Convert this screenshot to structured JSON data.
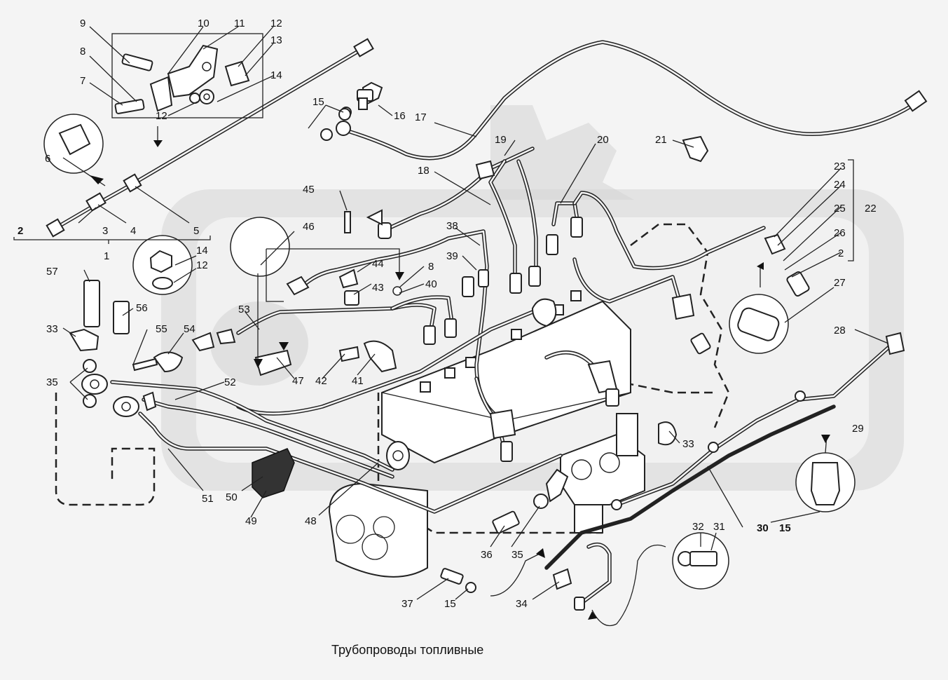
{
  "caption": "Трубопроводы топливные",
  "callouts": [
    "1",
    "2",
    "3",
    "4",
    "5",
    "6",
    "7",
    "8",
    "9",
    "10",
    "11",
    "12",
    "13",
    "14",
    "15",
    "16",
    "17",
    "18",
    "19",
    "20",
    "21",
    "22",
    "23",
    "24",
    "25",
    "26",
    "27",
    "28",
    "29",
    "30",
    "31",
    "32",
    "33",
    "34",
    "35",
    "36",
    "37",
    "38",
    "39",
    "40",
    "41",
    "42",
    "43",
    "44",
    "45",
    "46",
    "47",
    "48",
    "49",
    "50",
    "51",
    "52",
    "53",
    "54",
    "55",
    "56",
    "57"
  ],
  "bold_callouts": [
    "2",
    "30",
    "15"
  ]
}
